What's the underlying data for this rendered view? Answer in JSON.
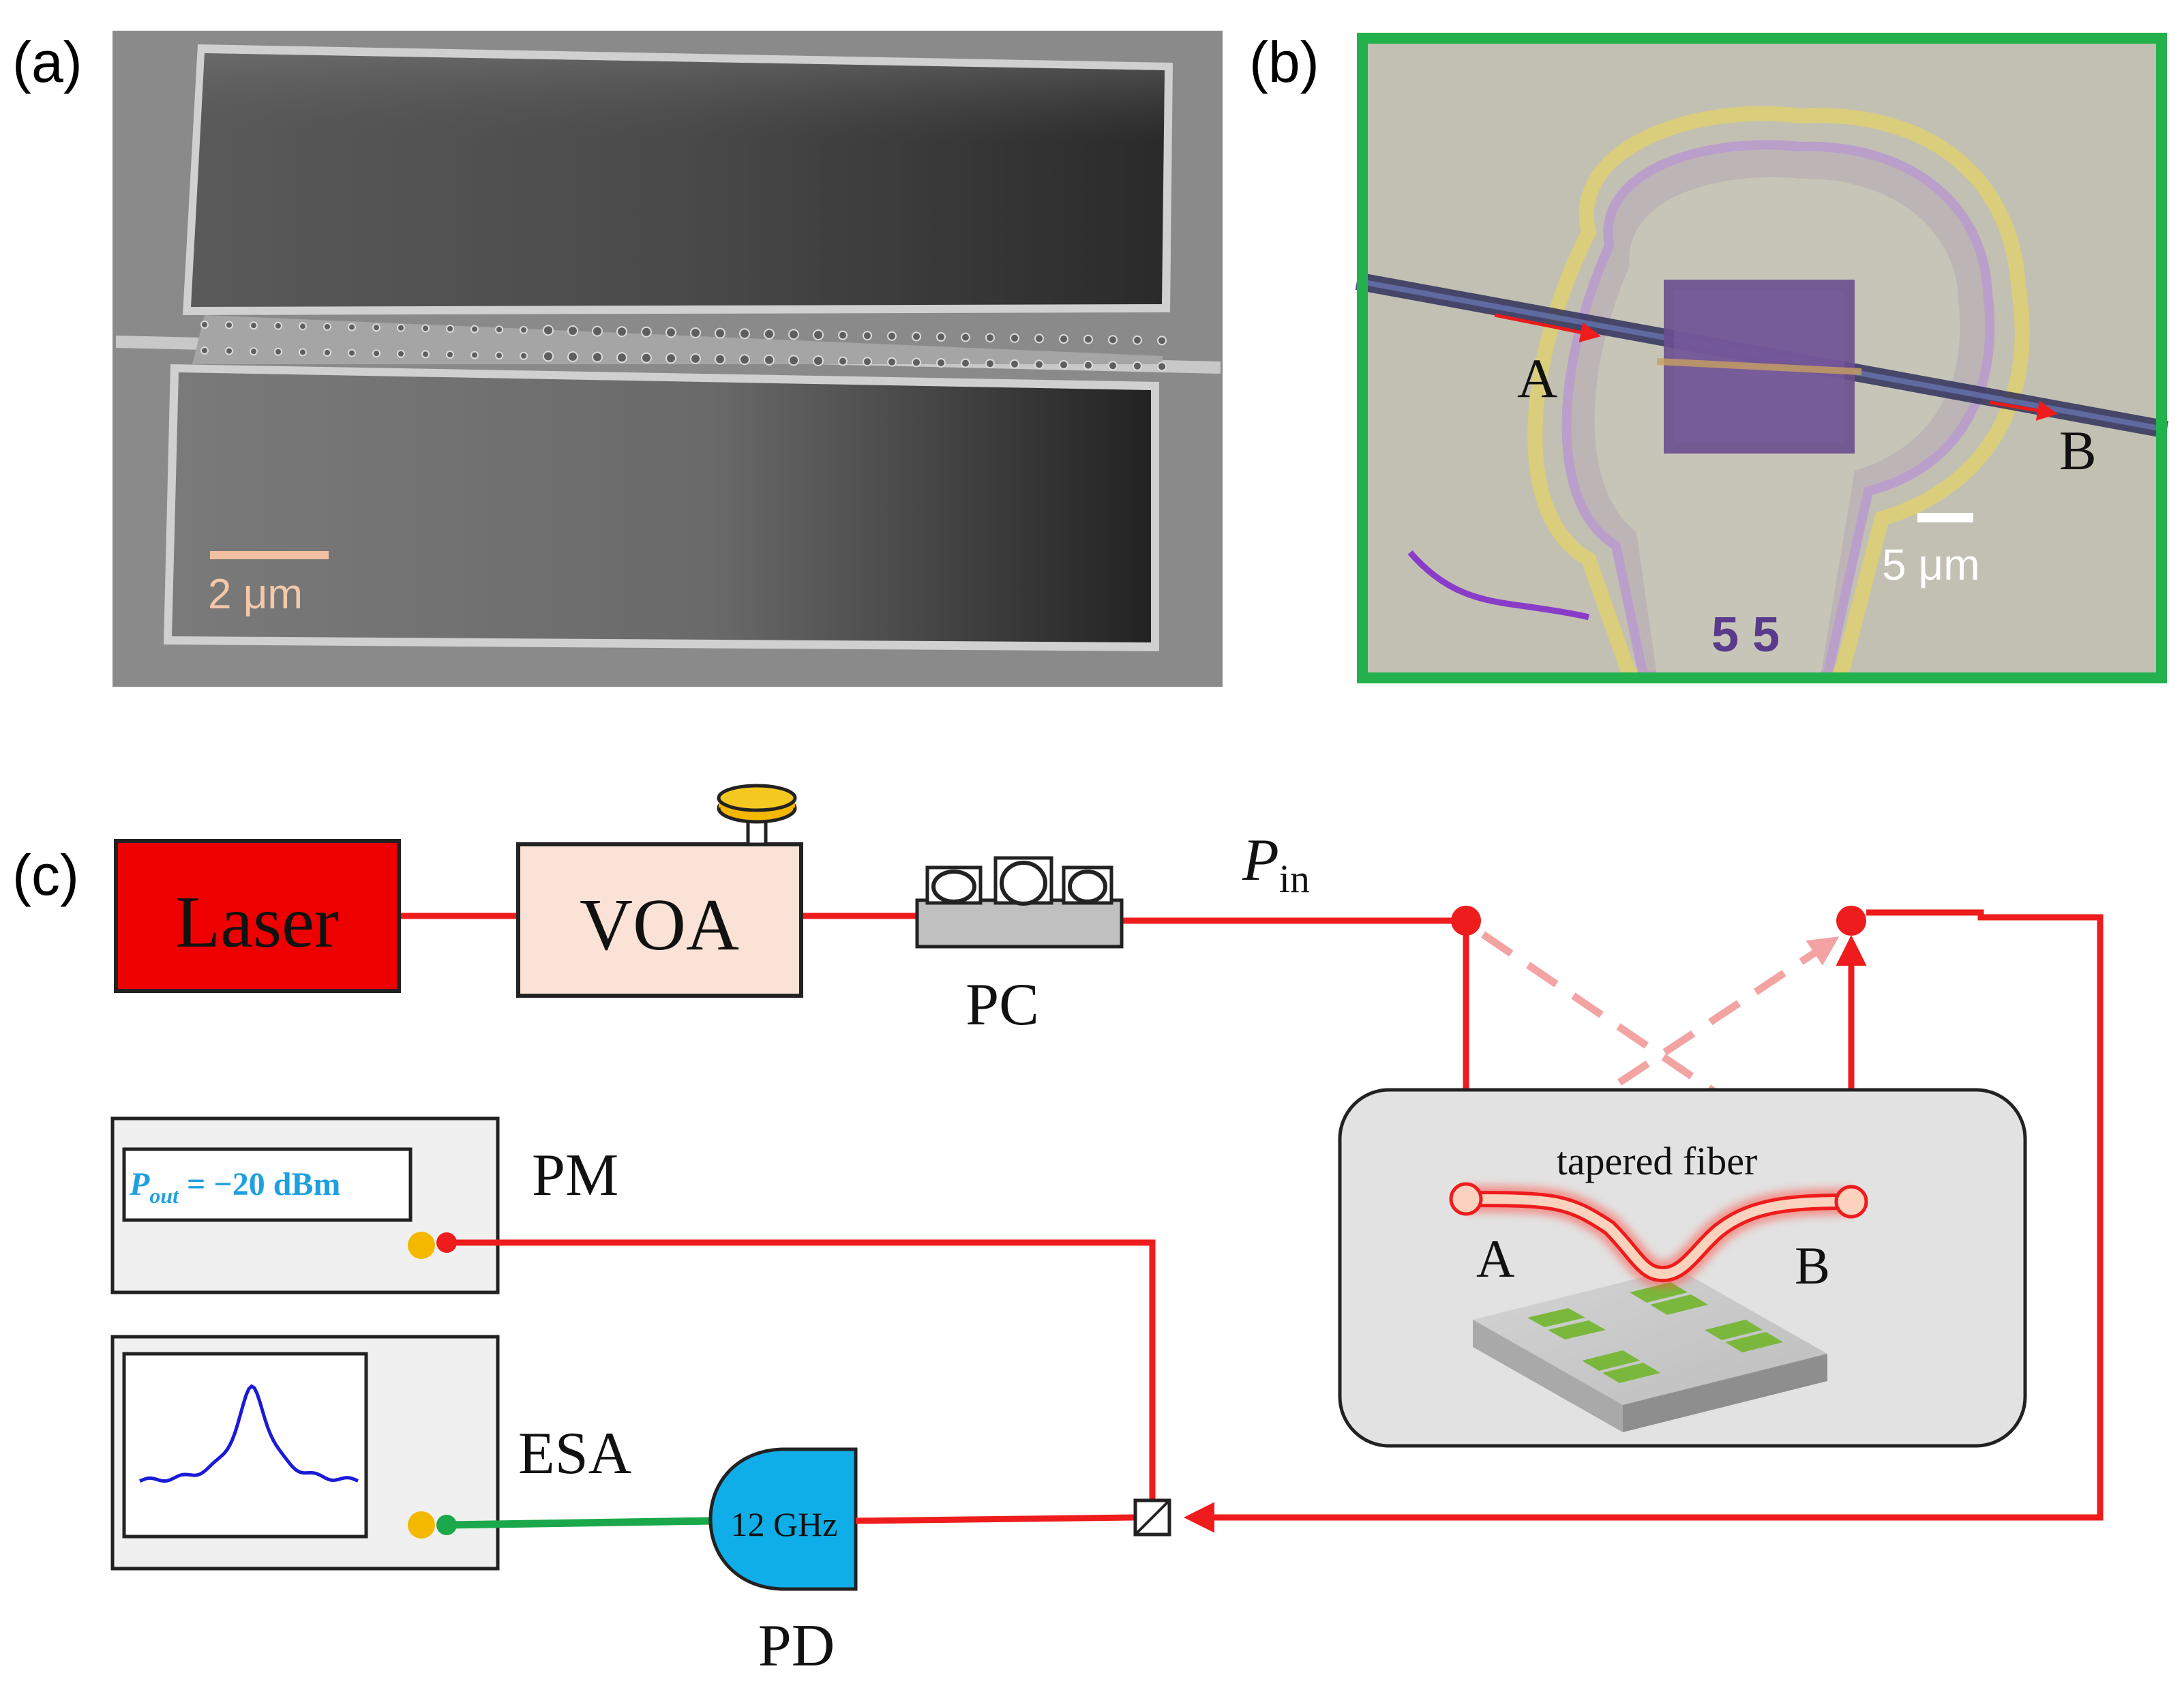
{
  "panels": {
    "a": {
      "label": "(a)",
      "scale_bar": "2 μm"
    },
    "b": {
      "label": "(b)",
      "point_a": "A",
      "point_b": "B",
      "scale_bar": "5 μm",
      "chip_mark": "5 5"
    },
    "c": {
      "label": "(c)",
      "laser": "Laser",
      "voa": "VOA",
      "pc": "PC",
      "p_in_symbol": "P",
      "p_in_sub": "in",
      "pm": "PM",
      "pm_readout_symbol": "P",
      "pm_readout_sub": "out",
      "pm_readout_value": " = −20 dBm",
      "esa": "ESA",
      "pd": "PD",
      "pd_bandwidth": "12 GHz",
      "tapered_fiber": "tapered fiber",
      "point_a": "A",
      "point_b": "B"
    }
  },
  "colors": {
    "beam": "#ee1c1c",
    "beam_dashed": "#f4a3a3",
    "laser_box": "#ee0000",
    "voa_box": "#fae3d6",
    "pd_body": "#10aee8",
    "rf_cable": "#1aa84a",
    "panel_b_frame": "#22b14c",
    "connector": "#f5b800",
    "pm_readout_text": "#1ea0e0",
    "esa_trace": "#1a1ad8",
    "chamber": "#e2e2e2"
  },
  "icons": [
    "polarization-paddle-icon",
    "attenuator-knob-icon",
    "beam-splitter-icon",
    "fiber-connector-icon",
    "chip-icon"
  ]
}
